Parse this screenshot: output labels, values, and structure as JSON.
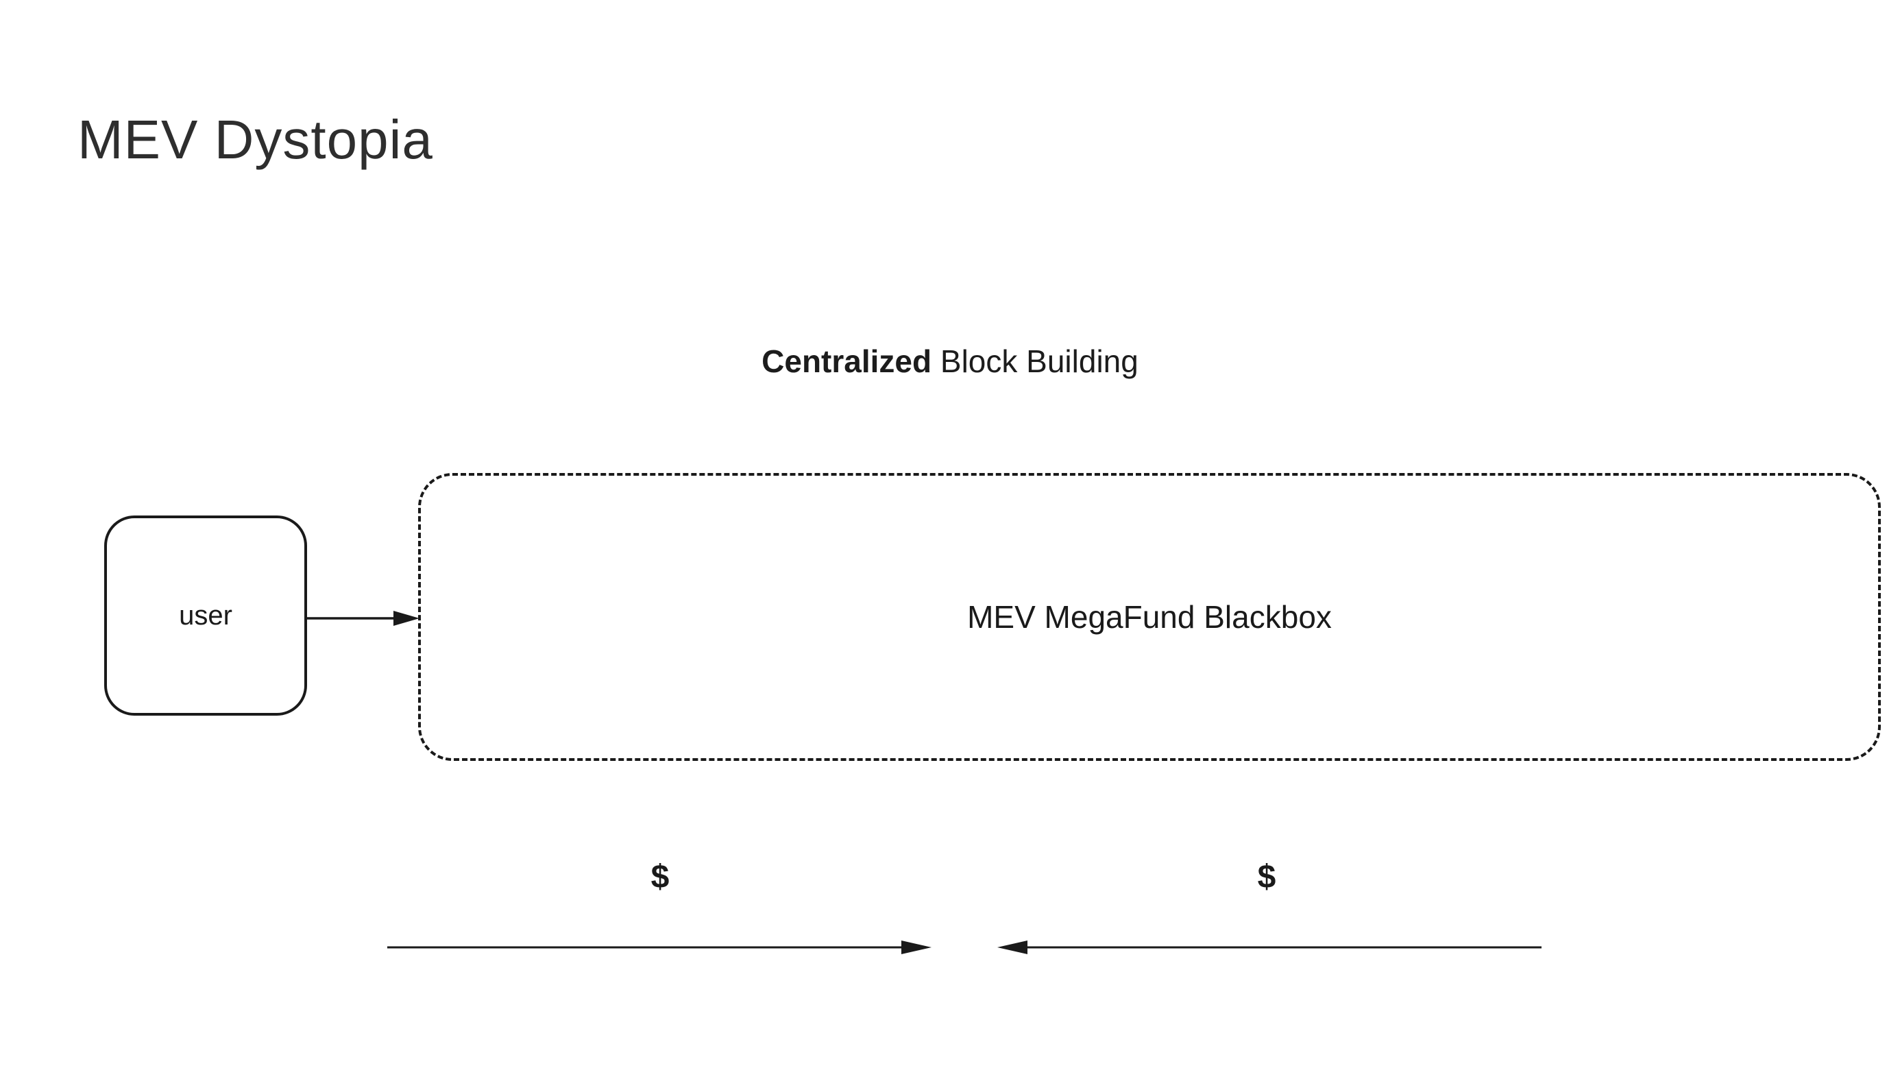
{
  "page": {
    "title": "MEV Dystopia"
  },
  "diagram": {
    "subtitle": {
      "emphasis": "Centralized",
      "rest": " Block Building"
    },
    "nodes": {
      "user_label": "user",
      "blackbox_label": "MEV MegaFund Blackbox"
    },
    "money": {
      "left_label": "$",
      "right_label": "$"
    },
    "colors": {
      "ink": "#1a1a1a",
      "background": "#ffffff"
    }
  }
}
